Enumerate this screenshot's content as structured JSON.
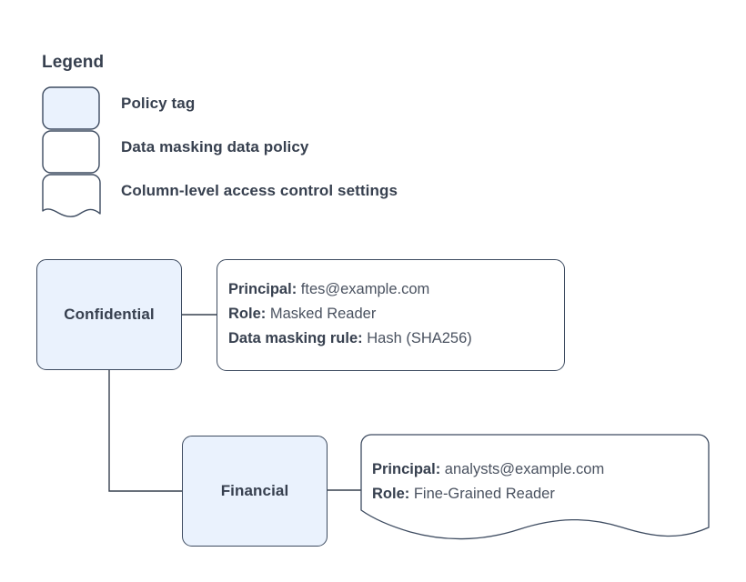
{
  "legend": {
    "title": "Legend",
    "items": [
      {
        "label": "Policy tag",
        "swatch": "rounded-rect-filled-icon",
        "fill": "#eaf2fd"
      },
      {
        "label": "Data masking data policy",
        "swatch": "rounded-rect-icon",
        "fill": "#ffffff"
      },
      {
        "label": "Column-level access control settings",
        "swatch": "wavy-bottom-rect-icon",
        "fill": "#ffffff"
      }
    ]
  },
  "colors": {
    "tag_fill": "#eaf2fd",
    "stroke": "#3d4b60",
    "text": "#37404f",
    "value_text": "#4a5260",
    "card_fill": "#ffffff"
  },
  "nodes": [
    {
      "id": "confidential",
      "label": "Confidential"
    },
    {
      "id": "financial",
      "label": "Financial"
    }
  ],
  "cards": {
    "confidential": {
      "lines": [
        {
          "key": "Principal:",
          "value": "ftes@example.com"
        },
        {
          "key": "Role:",
          "value": "Masked Reader"
        },
        {
          "key": "Data masking rule:",
          "value": "Hash (SHA256)"
        }
      ]
    },
    "financial": {
      "lines": [
        {
          "key": "Principal:",
          "value": "analysts@example.com"
        },
        {
          "key": "Role:",
          "value": "Fine-Grained Reader"
        }
      ]
    }
  }
}
